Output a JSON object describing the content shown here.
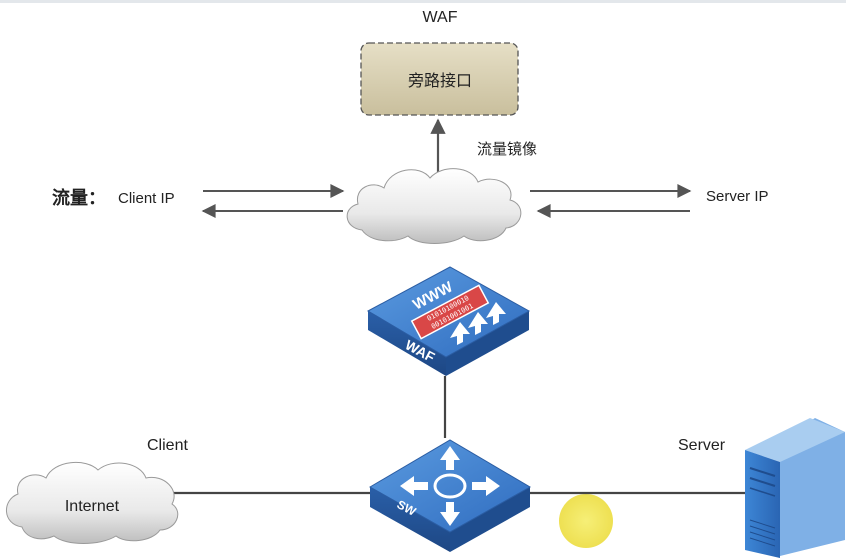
{
  "top_label": "WAF",
  "bypass_box": {
    "label": "旁路接口"
  },
  "mirror_label": "流量镜像",
  "traffic": {
    "prefix": "流量：",
    "client": "Client IP",
    "server": "Server IP"
  },
  "waf_device": {
    "top_text": "WWW",
    "binary_line1": "01010100010",
    "binary_line2": "00101001001",
    "label": "WAF"
  },
  "switch": {
    "label": "SW"
  },
  "client_label": "Client",
  "internet_label": "Internet",
  "server_label": "Server",
  "colors": {
    "bypass_fill": "#d6cdb0",
    "device_blue": "#3a78c9",
    "cursor_highlight": "#f3ea5f"
  },
  "icons": [
    "cloud-icon",
    "waf-device-icon",
    "switch-icon",
    "server-tower-icon",
    "up-arrow-icon"
  ]
}
